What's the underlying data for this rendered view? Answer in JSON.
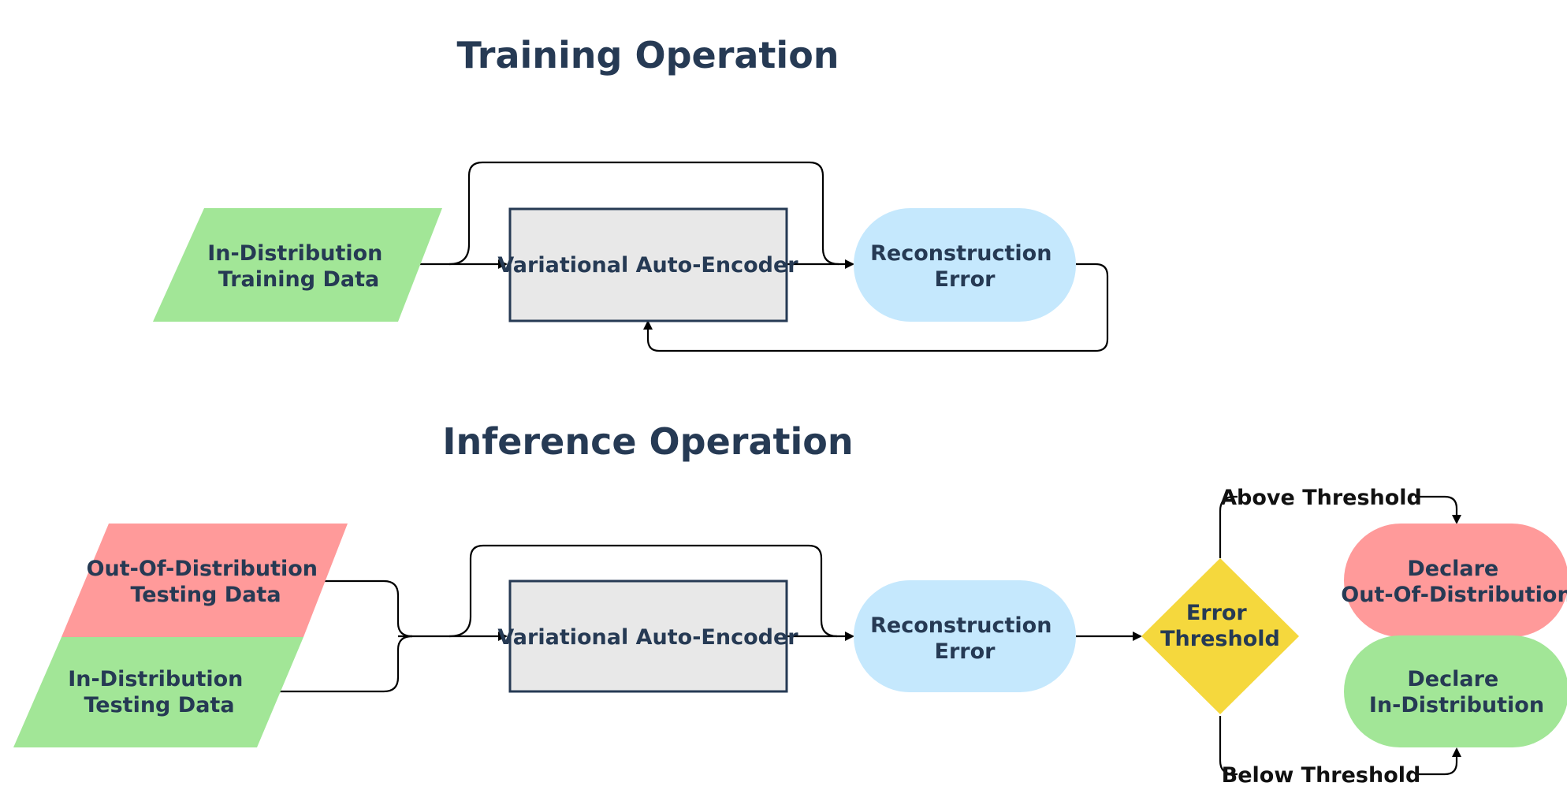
{
  "colors": {
    "in_distribution": "#a2e697",
    "out_of_distribution": "#ff9a9a",
    "reconstruction_error": "#c5e8fd",
    "error_threshold": "#f5d83d",
    "vae_box": "#e8e8e8",
    "vae_border": "#263a54",
    "text": "#263a54"
  },
  "training": {
    "title": "Training Operation",
    "input": [
      "In-Distribution",
      "Training Data"
    ],
    "vae": "Variational Auto-Encoder",
    "error": [
      "Reconstruction",
      "Error"
    ]
  },
  "inference": {
    "title": "Inference Operation",
    "ood_input": [
      "Out-Of-Distribution",
      "Testing Data"
    ],
    "id_input": [
      "In-Distribution",
      "Testing Data"
    ],
    "vae": "Variational Auto-Encoder",
    "error": [
      "Reconstruction",
      "Error"
    ],
    "threshold": [
      "Error",
      "Threshold"
    ],
    "above_label": "Above Threshold",
    "below_label": "Below Threshold",
    "declare_ood": [
      "Declare",
      "Out-Of-Distribution"
    ],
    "declare_id": [
      "Declare",
      "In-Distribution"
    ]
  }
}
